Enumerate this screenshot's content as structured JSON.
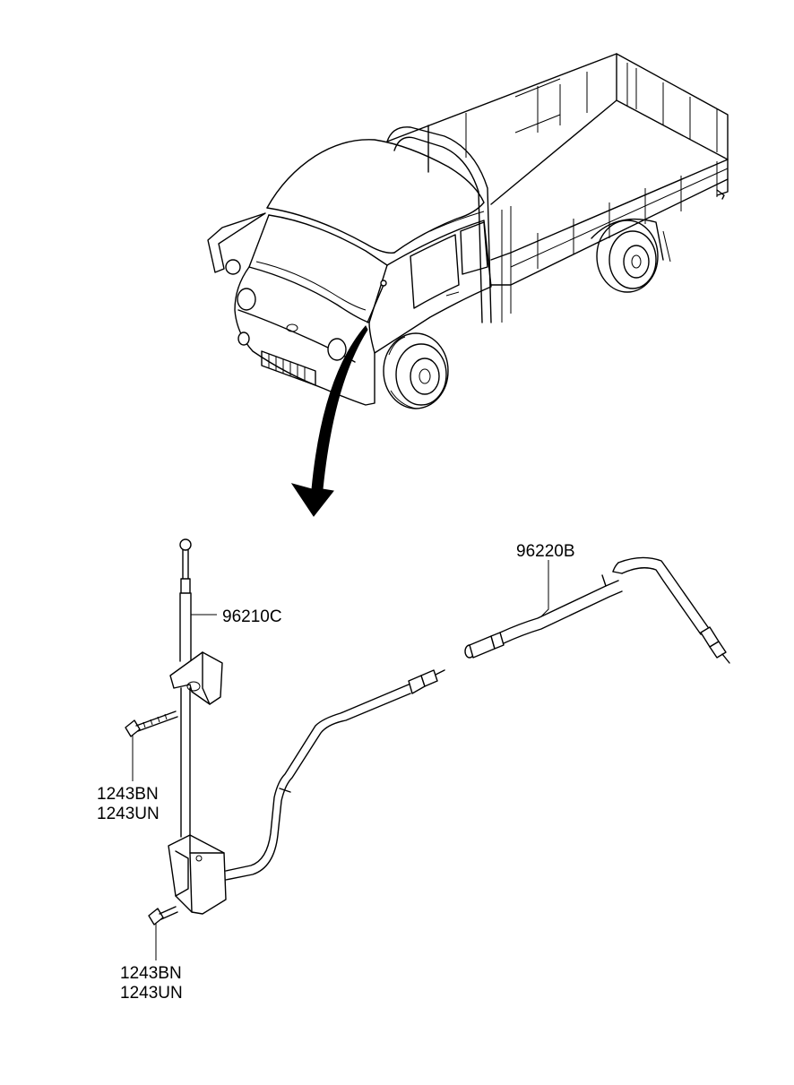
{
  "labels": {
    "antenna": "96210C",
    "feeder_cable": "96220B",
    "screw_upper_a": "1243BN",
    "screw_upper_b": "1243UN",
    "screw_lower_a": "1243BN",
    "screw_lower_b": "1243UN"
  },
  "icons": [
    "truck-illustration",
    "pointer-arrow-icon",
    "antenna-mast",
    "antenna-base",
    "antenna-cable",
    "feeder-cable",
    "screw-icon"
  ],
  "colors": {
    "line": "#000000",
    "background": "#ffffff"
  }
}
